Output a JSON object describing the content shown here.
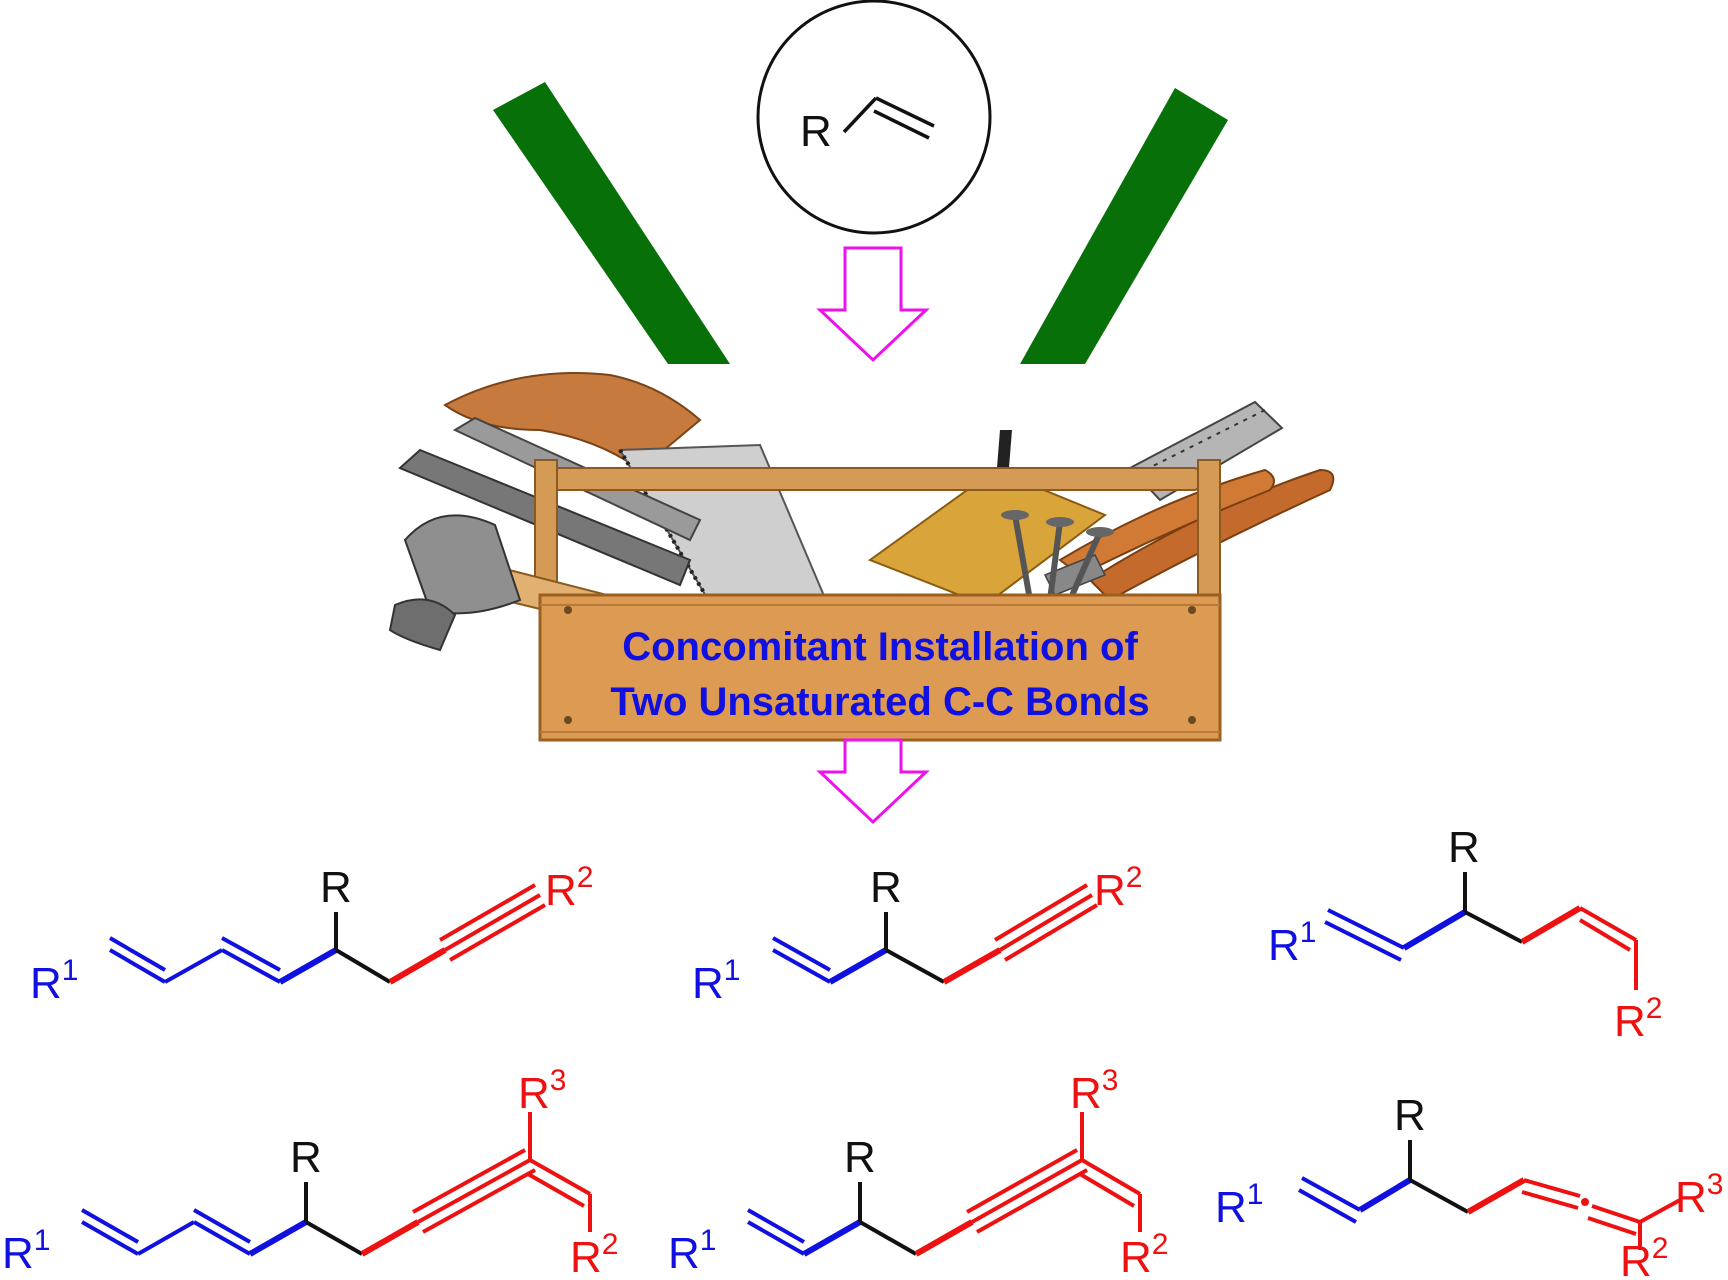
{
  "colors": {
    "blue": "#1010e0",
    "red": "#ee1111",
    "black": "#111111",
    "green": "#087008",
    "magenta": "#ee11ee",
    "wood": "#dc9a52"
  },
  "icons": [
    "hammer-icon",
    "saw-icon",
    "file-icon",
    "ruler-icon",
    "chisel-icon",
    "nails-icon",
    "toolbox-icon"
  ],
  "reagent": {
    "r_label": "R"
  },
  "toolbox": {
    "line1": "Concomitant Installation of",
    "line2": "Two Unsaturated C-C Bonds"
  },
  "products": {
    "p1": {
      "r": "R",
      "r1": "R",
      "r1_sup": "1",
      "r2": "R",
      "r2_sup": "2"
    },
    "p2": {
      "r": "R",
      "r1": "R",
      "r1_sup": "1",
      "r2": "R",
      "r2_sup": "2"
    },
    "p3": {
      "r": "R",
      "r1": "R",
      "r1_sup": "1",
      "r2": "R",
      "r2_sup": "2"
    },
    "p4": {
      "r": "R",
      "r1": "R",
      "r1_sup": "1",
      "r2": "R",
      "r2_sup": "2",
      "r3": "R",
      "r3_sup": "3"
    },
    "p5": {
      "r": "R",
      "r1": "R",
      "r1_sup": "1",
      "r2": "R",
      "r2_sup": "2",
      "r3": "R",
      "r3_sup": "3"
    },
    "p6": {
      "r": "R",
      "r1": "R",
      "r1_sup": "1",
      "r2": "R",
      "r2_sup": "2",
      "r3": "R",
      "r3_sup": "3"
    }
  }
}
